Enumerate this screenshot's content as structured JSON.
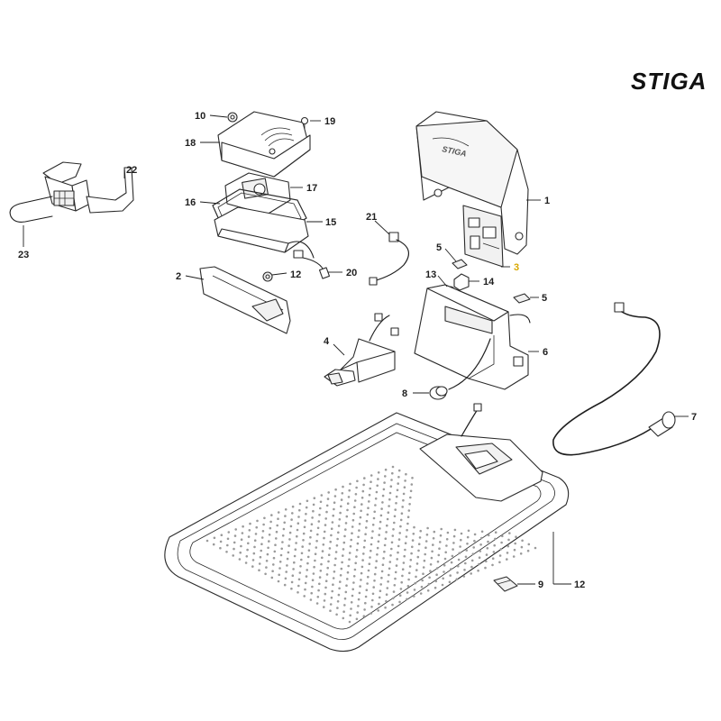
{
  "brand": {
    "logo_text": "STIGA"
  },
  "callouts": [
    {
      "id": "1",
      "label": "1"
    },
    {
      "id": "2",
      "label": "2"
    },
    {
      "id": "3",
      "label": "3",
      "highlight": true
    },
    {
      "id": "4",
      "label": "4"
    },
    {
      "id": "5a",
      "label": "5"
    },
    {
      "id": "5b",
      "label": "5"
    },
    {
      "id": "6",
      "label": "6"
    },
    {
      "id": "7",
      "label": "7"
    },
    {
      "id": "8",
      "label": "8"
    },
    {
      "id": "9",
      "label": "9"
    },
    {
      "id": "10",
      "label": "10"
    },
    {
      "id": "12a",
      "label": "12"
    },
    {
      "id": "12b",
      "label": "12"
    },
    {
      "id": "13",
      "label": "13"
    },
    {
      "id": "14",
      "label": "14"
    },
    {
      "id": "15",
      "label": "15"
    },
    {
      "id": "16",
      "label": "16"
    },
    {
      "id": "17",
      "label": "17"
    },
    {
      "id": "18",
      "label": "18"
    },
    {
      "id": "19",
      "label": "19"
    },
    {
      "id": "20",
      "label": "20"
    },
    {
      "id": "21",
      "label": "21"
    },
    {
      "id": "22",
      "label": "22"
    },
    {
      "id": "23",
      "label": "23"
    }
  ],
  "colors": {
    "highlight": "#d8a800",
    "line": "#1e1e1e"
  }
}
